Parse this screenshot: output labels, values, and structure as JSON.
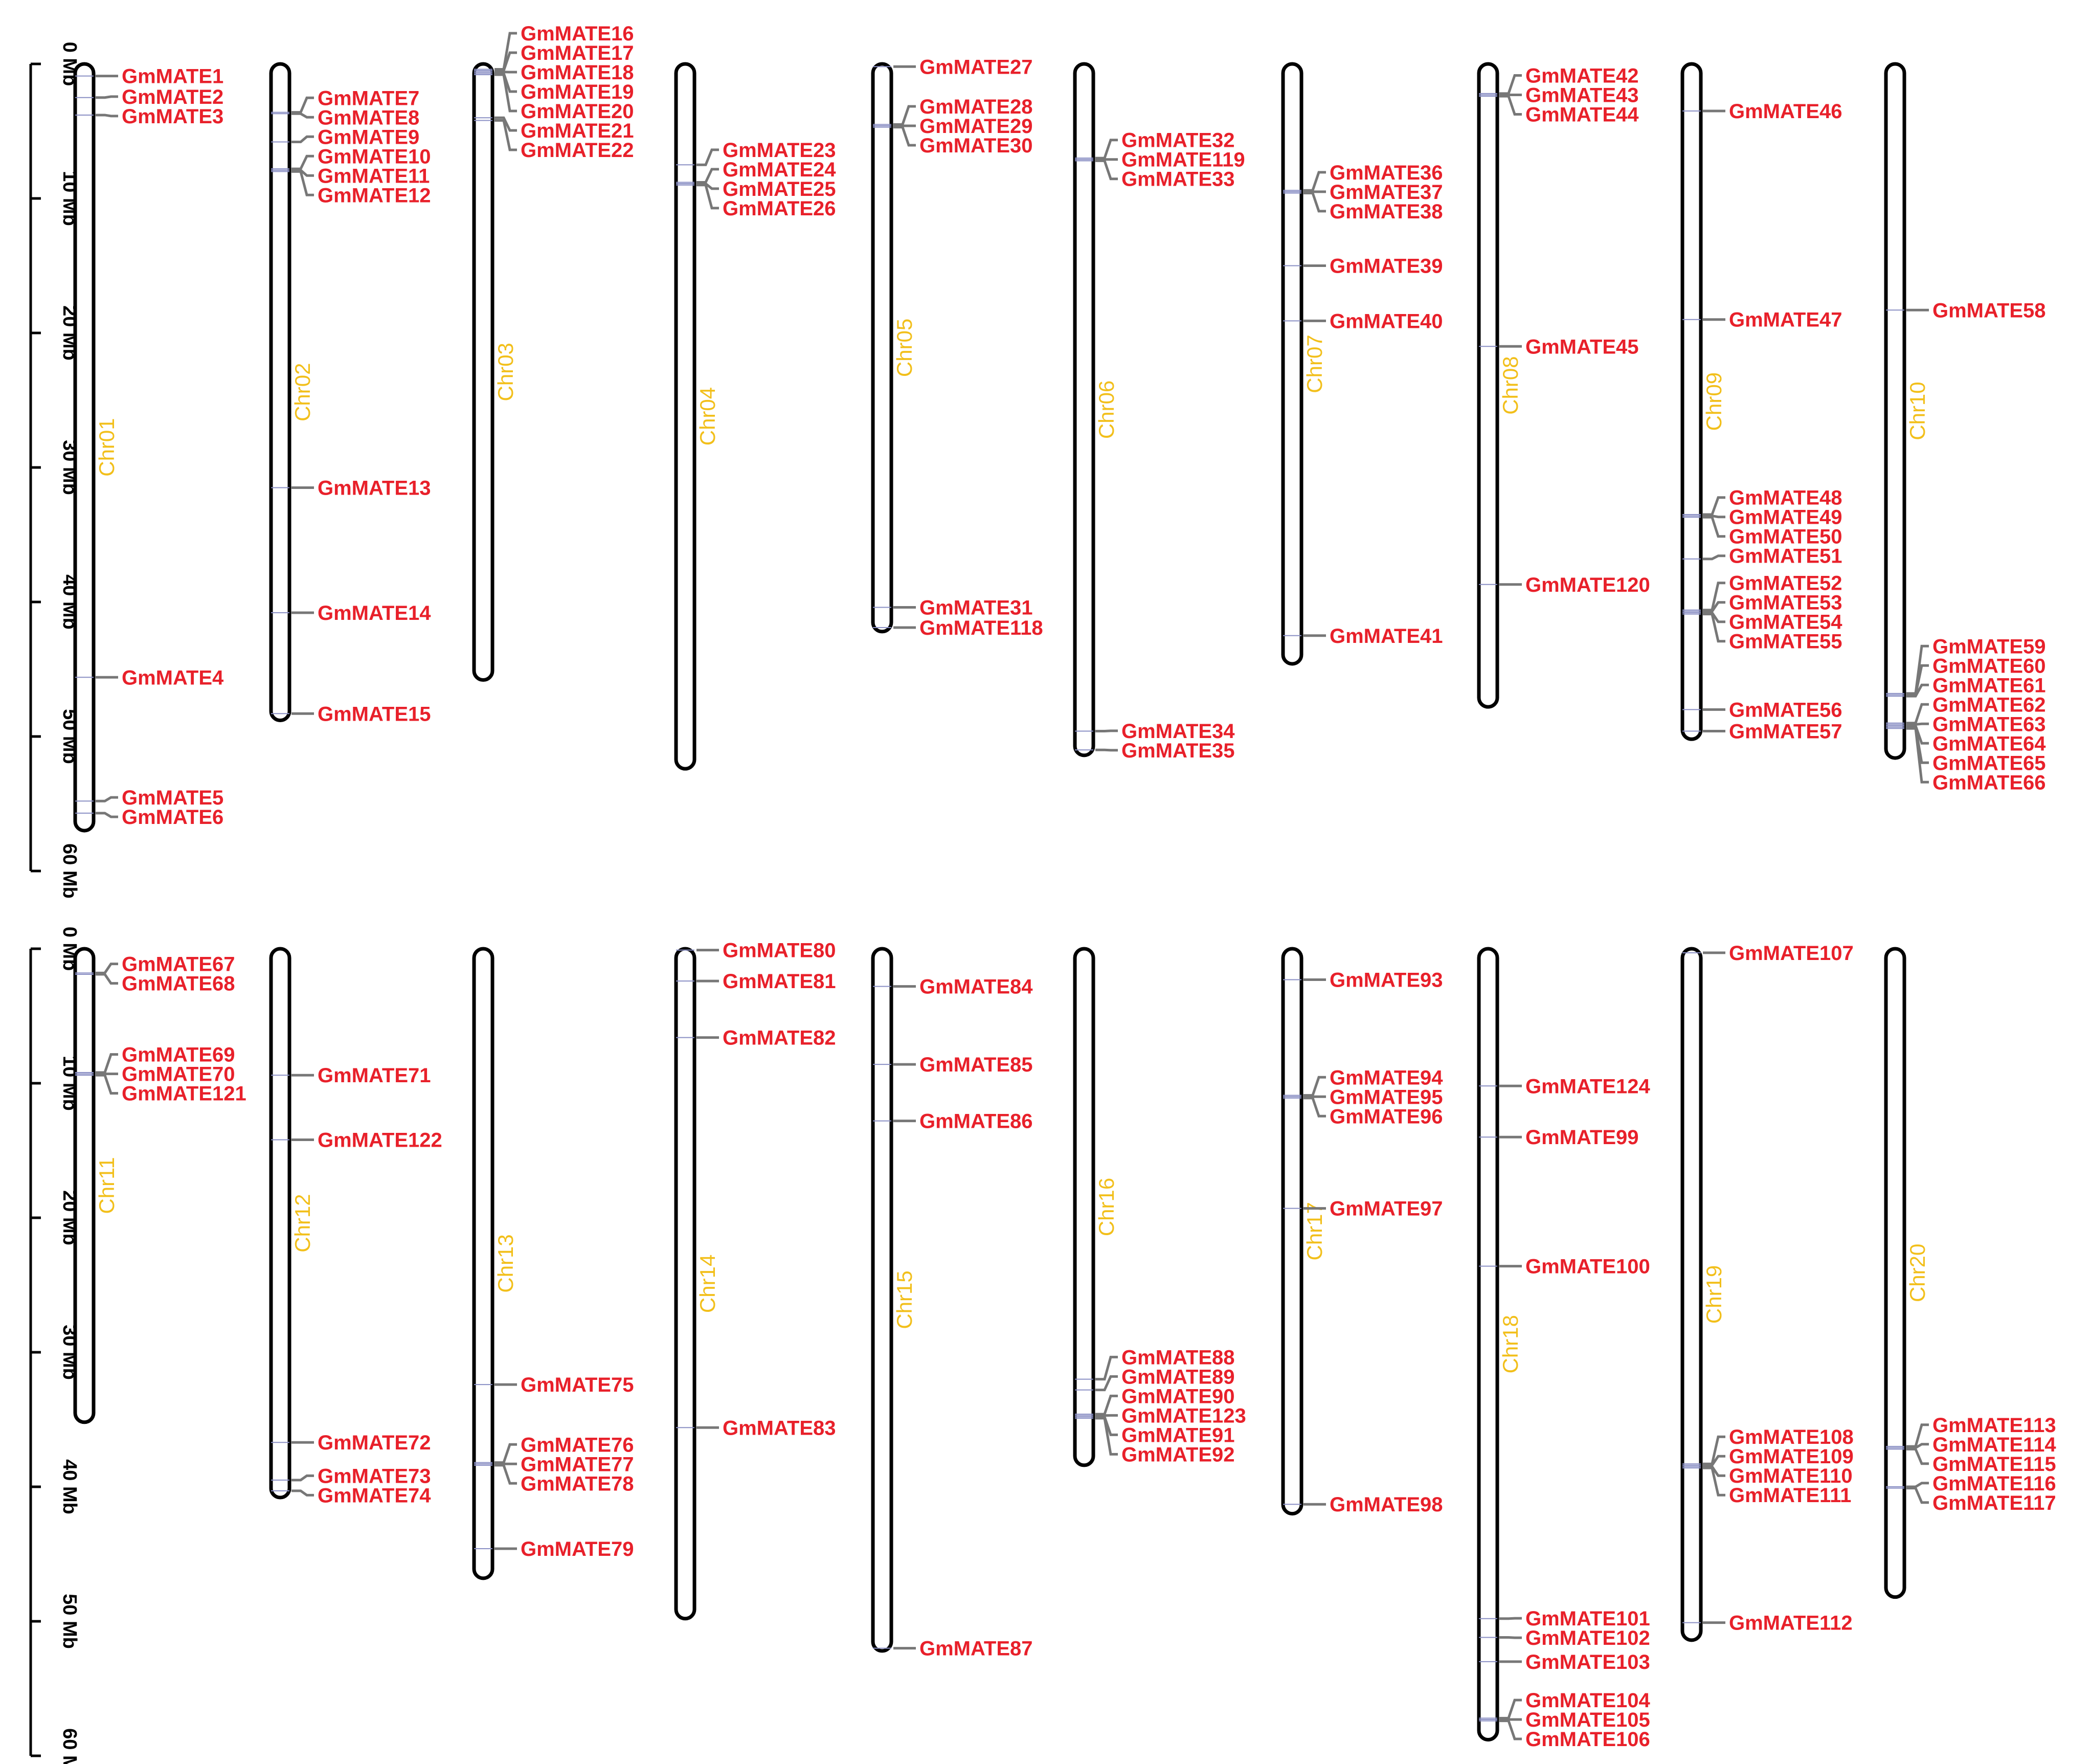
{
  "colors": {
    "gene_label": "#e8202a",
    "chromosome_label": "#f2bf1a",
    "chromosome_outline": "#000000",
    "leader_line": "#777777"
  },
  "scale": {
    "unit": "Mb",
    "ticks": [
      "0 Mb",
      "10 Mb",
      "20 Mb",
      "30 Mb",
      "40 Mb",
      "50 Mb",
      "60 Mb"
    ],
    "tick_values": [
      0,
      10,
      20,
      30,
      40,
      50,
      60
    ]
  },
  "chromosomes": [
    {
      "name": "Chr01",
      "length": 57.0,
      "genes": [
        {
          "label": "GmMATE1",
          "pos": 0.9
        },
        {
          "label": "GmMATE2",
          "pos": 2.5
        },
        {
          "label": "GmMATE3",
          "pos": 3.8
        },
        {
          "label": "GmMATE4",
          "pos": 45.6
        },
        {
          "label": "GmMATE5",
          "pos": 54.8
        },
        {
          "label": "GmMATE6",
          "pos": 55.7
        }
      ]
    },
    {
      "name": "Chr02",
      "length": 48.8,
      "genes": [
        {
          "label": "GmMATE7",
          "pos": 3.6
        },
        {
          "label": "GmMATE8",
          "pos": 3.7
        },
        {
          "label": "GmMATE9",
          "pos": 5.8
        },
        {
          "label": "GmMATE10",
          "pos": 7.8
        },
        {
          "label": "GmMATE11",
          "pos": 7.9
        },
        {
          "label": "GmMATE12",
          "pos": 8.0
        },
        {
          "label": "GmMATE13",
          "pos": 31.5
        },
        {
          "label": "GmMATE14",
          "pos": 40.8
        },
        {
          "label": "GmMATE15",
          "pos": 48.3
        }
      ]
    },
    {
      "name": "Chr03",
      "length": 45.8,
      "genes": [
        {
          "label": "GmMATE16",
          "pos": 0.4
        },
        {
          "label": "GmMATE17",
          "pos": 0.5
        },
        {
          "label": "GmMATE18",
          "pos": 0.6
        },
        {
          "label": "GmMATE19",
          "pos": 0.7
        },
        {
          "label": "GmMATE20",
          "pos": 0.8
        },
        {
          "label": "GmMATE21",
          "pos": 4.0
        },
        {
          "label": "GmMATE22",
          "pos": 4.2
        }
      ]
    },
    {
      "name": "Chr04",
      "length": 52.4,
      "genes": [
        {
          "label": "GmMATE23",
          "pos": 7.5
        },
        {
          "label": "GmMATE24",
          "pos": 8.8
        },
        {
          "label": "GmMATE25",
          "pos": 8.9
        },
        {
          "label": "GmMATE26",
          "pos": 9.0
        }
      ]
    },
    {
      "name": "Chr05",
      "length": 42.2,
      "genes": [
        {
          "label": "GmMATE27",
          "pos": 0.2
        },
        {
          "label": "GmMATE28",
          "pos": 4.5
        },
        {
          "label": "GmMATE29",
          "pos": 4.6
        },
        {
          "label": "GmMATE30",
          "pos": 4.7
        },
        {
          "label": "GmMATE31",
          "pos": 40.4
        },
        {
          "label": "GmMATE118",
          "pos": 41.9
        }
      ]
    },
    {
      "name": "Chr06",
      "length": 51.4,
      "genes": [
        {
          "label": "GmMATE32",
          "pos": 7.0
        },
        {
          "label": "GmMATE119",
          "pos": 7.1
        },
        {
          "label": "GmMATE33",
          "pos": 7.2
        },
        {
          "label": "GmMATE34",
          "pos": 49.6
        },
        {
          "label": "GmMATE35",
          "pos": 51.0
        }
      ]
    },
    {
      "name": "Chr07",
      "length": 44.6,
      "genes": [
        {
          "label": "GmMATE36",
          "pos": 9.4
        },
        {
          "label": "GmMATE37",
          "pos": 9.5
        },
        {
          "label": "GmMATE38",
          "pos": 9.6
        },
        {
          "label": "GmMATE39",
          "pos": 15.0
        },
        {
          "label": "GmMATE40",
          "pos": 19.1
        },
        {
          "label": "GmMATE41",
          "pos": 42.5
        }
      ]
    },
    {
      "name": "Chr08",
      "length": 47.8,
      "genes": [
        {
          "label": "GmMATE42",
          "pos": 2.2
        },
        {
          "label": "GmMATE43",
          "pos": 2.3
        },
        {
          "label": "GmMATE44",
          "pos": 2.4
        },
        {
          "label": "GmMATE45",
          "pos": 21.0
        },
        {
          "label": "GmMATE120",
          "pos": 38.7
        }
      ]
    },
    {
      "name": "Chr09",
      "length": 50.2,
      "genes": [
        {
          "label": "GmMATE46",
          "pos": 3.5
        },
        {
          "label": "GmMATE47",
          "pos": 19.0
        },
        {
          "label": "GmMATE48",
          "pos": 33.5
        },
        {
          "label": "GmMATE49",
          "pos": 33.6
        },
        {
          "label": "GmMATE50",
          "pos": 33.7
        },
        {
          "label": "GmMATE51",
          "pos": 36.8
        },
        {
          "label": "GmMATE52",
          "pos": 40.6
        },
        {
          "label": "GmMATE53",
          "pos": 40.7
        },
        {
          "label": "GmMATE54",
          "pos": 40.8
        },
        {
          "label": "GmMATE55",
          "pos": 40.9
        },
        {
          "label": "GmMATE56",
          "pos": 48.0
        },
        {
          "label": "GmMATE57",
          "pos": 49.6
        }
      ]
    },
    {
      "name": "Chr10",
      "length": 51.6,
      "genes": [
        {
          "label": "GmMATE58",
          "pos": 18.3
        },
        {
          "label": "GmMATE59",
          "pos": 46.8
        },
        {
          "label": "GmMATE60",
          "pos": 46.9
        },
        {
          "label": "GmMATE61",
          "pos": 47.0
        },
        {
          "label": "GmMATE62",
          "pos": 49.0
        },
        {
          "label": "GmMATE63",
          "pos": 49.1
        },
        {
          "label": "GmMATE64",
          "pos": 49.2
        },
        {
          "label": "GmMATE65",
          "pos": 49.3
        },
        {
          "label": "GmMATE66",
          "pos": 49.4
        }
      ]
    },
    {
      "name": "Chr11",
      "length": 35.2,
      "genes": [
        {
          "label": "GmMATE67",
          "pos": 1.8
        },
        {
          "label": "GmMATE68",
          "pos": 1.9
        },
        {
          "label": "GmMATE69",
          "pos": 9.2
        },
        {
          "label": "GmMATE70",
          "pos": 9.3
        },
        {
          "label": "GmMATE121",
          "pos": 9.4
        }
      ]
    },
    {
      "name": "Chr12",
      "length": 40.8,
      "genes": [
        {
          "label": "GmMATE71",
          "pos": 9.4
        },
        {
          "label": "GmMATE122",
          "pos": 14.2
        },
        {
          "label": "GmMATE72",
          "pos": 36.7
        },
        {
          "label": "GmMATE73",
          "pos": 39.5
        },
        {
          "label": "GmMATE74",
          "pos": 40.3
        }
      ]
    },
    {
      "name": "Chr13",
      "length": 46.8,
      "genes": [
        {
          "label": "GmMATE75",
          "pos": 32.4
        },
        {
          "label": "GmMATE76",
          "pos": 38.2
        },
        {
          "label": "GmMATE77",
          "pos": 38.3
        },
        {
          "label": "GmMATE78",
          "pos": 38.4
        },
        {
          "label": "GmMATE79",
          "pos": 44.6
        }
      ]
    },
    {
      "name": "Chr14",
      "length": 49.8,
      "genes": [
        {
          "label": "GmMATE80",
          "pos": 0.1
        },
        {
          "label": "GmMATE81",
          "pos": 2.4
        },
        {
          "label": "GmMATE82",
          "pos": 6.6
        },
        {
          "label": "GmMATE83",
          "pos": 35.6
        }
      ]
    },
    {
      "name": "Chr15",
      "length": 52.2,
      "genes": [
        {
          "label": "GmMATE84",
          "pos": 2.8
        },
        {
          "label": "GmMATE85",
          "pos": 8.6
        },
        {
          "label": "GmMATE86",
          "pos": 12.8
        },
        {
          "label": "GmMATE87",
          "pos": 52.0
        }
      ]
    },
    {
      "name": "Chr16",
      "length": 38.4,
      "genes": [
        {
          "label": "GmMATE88",
          "pos": 32.0
        },
        {
          "label": "GmMATE89",
          "pos": 32.8
        },
        {
          "label": "GmMATE90",
          "pos": 34.6
        },
        {
          "label": "GmMATE123",
          "pos": 34.7
        },
        {
          "label": "GmMATE91",
          "pos": 34.8
        },
        {
          "label": "GmMATE92",
          "pos": 34.9
        }
      ]
    },
    {
      "name": "Chr17",
      "length": 42.0,
      "genes": [
        {
          "label": "GmMATE93",
          "pos": 2.3
        },
        {
          "label": "GmMATE94",
          "pos": 10.9
        },
        {
          "label": "GmMATE95",
          "pos": 11.0
        },
        {
          "label": "GmMATE96",
          "pos": 11.1
        },
        {
          "label": "GmMATE97",
          "pos": 19.3
        },
        {
          "label": "GmMATE98",
          "pos": 41.3
        }
      ]
    },
    {
      "name": "Chr18",
      "length": 58.8,
      "genes": [
        {
          "label": "GmMATE124",
          "pos": 10.2
        },
        {
          "label": "GmMATE99",
          "pos": 14.0
        },
        {
          "label": "GmMATE100",
          "pos": 23.6
        },
        {
          "label": "GmMATE101",
          "pos": 49.8
        },
        {
          "label": "GmMATE102",
          "pos": 51.2
        },
        {
          "label": "GmMATE103",
          "pos": 53.0
        },
        {
          "label": "GmMATE104",
          "pos": 57.2
        },
        {
          "label": "GmMATE105",
          "pos": 57.3
        },
        {
          "label": "GmMATE106",
          "pos": 57.4
        }
      ]
    },
    {
      "name": "Chr19",
      "length": 51.4,
      "genes": [
        {
          "label": "GmMATE107",
          "pos": 0.3
        },
        {
          "label": "GmMATE108",
          "pos": 38.3
        },
        {
          "label": "GmMATE109",
          "pos": 38.4
        },
        {
          "label": "GmMATE110",
          "pos": 38.5
        },
        {
          "label": "GmMATE111",
          "pos": 38.6
        },
        {
          "label": "GmMATE112",
          "pos": 50.1
        }
      ]
    },
    {
      "name": "Chr20",
      "length": 48.2,
      "genes": [
        {
          "label": "GmMATE113",
          "pos": 37.0
        },
        {
          "label": "GmMATE114",
          "pos": 37.1
        },
        {
          "label": "GmMATE115",
          "pos": 37.2
        },
        {
          "label": "GmMATE116",
          "pos": 40.0
        },
        {
          "label": "GmMATE117",
          "pos": 40.1
        }
      ]
    }
  ]
}
